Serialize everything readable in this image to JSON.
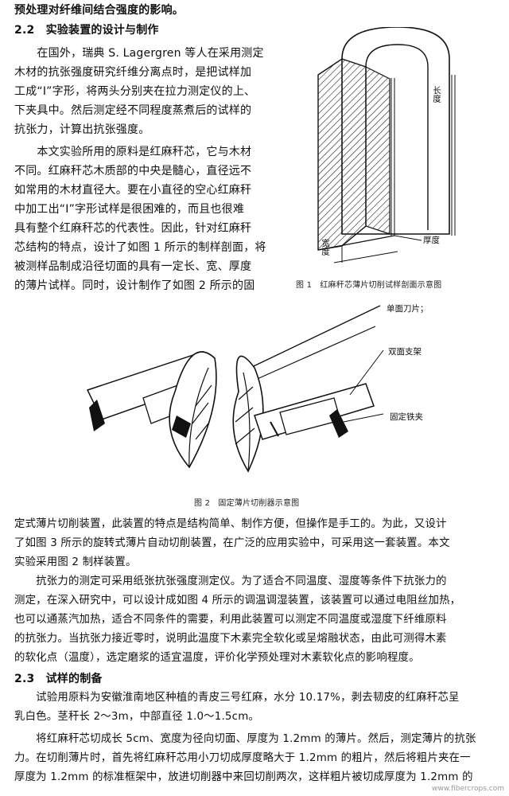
{
  "text_top": {
    "line0": "预处理对纤维间结合强度的影响。",
    "heading_2_2": "2.2　实验装置的设计与制作",
    "left_col": [
      "　　在国外，瑞典 S. Lagergren 等人在采用测定",
      "木材的抗张强度研究纤维分离点时，是把试样加",
      "工成“I”字形，将两头分别夹在拉力测定仪的上、",
      "下夹具中。然后测定经不同程度蒸煮后的试样的",
      "抗张力，计算出抗张强度。",
      "　　本文实验所用的原料是红麻秆芯，它与木材",
      "不同。红麻秆芯木质部的中央是髓心，直径远不",
      "如常用的木材直径大。要在小直径的空心红麻秆",
      "中加工出“I”字形试样是很困难的，而且也很难",
      "具有整个红麻秆芯的代表性。因此，针对红麻秆",
      "芯结构的特点，设计了如图 1 所示的制样剖面，将",
      "被测样品制成沿径切面的具有一定长、宽、厚度",
      "的薄片试样。同时，设计制作了如图 2 所示的固"
    ]
  },
  "figure1": {
    "caption": "图 1　红麻秆芯薄片切削试样剖面示意图",
    "label_length": "长度",
    "label_thickness": "厚度",
    "label_width": "宽度"
  },
  "figure2": {
    "caption": "图 2　固定薄片切削器示意图",
    "label_blade": "单面刀片；",
    "label_support": "双面支架",
    "label_clamp": "固定铁夹"
  },
  "text_bottom": {
    "para1": [
      "定式薄片切削装置，此装置的特点是结构简单、制作方便，但操作是手工的。为此，又设计",
      "了如图 3 所示的旋转式薄片自动切削装置，在广泛的应用实验中，可采用这一套装置。本文",
      "实验采用图 2 制样装置。"
    ],
    "para2": [
      "　　抗张力的测定可采用纸张抗张强度测定仪。为了适合不同温度、湿度等条件下抗张力的",
      "测定，在深入研究中，可以设计成如图 4 所示的调温调湿装置，该装置可以通过电阻丝加热，",
      "也可以通蒸汽加热，适合不同条件的需要，利用此装置可以测定不同温度或湿度下纤维原料",
      "的抗张力。当抗张力接近零时，说明此温度下木素完全软化或呈熔融状态，由此可测得木素",
      "的软化点（温度），选定磨浆的适宜温度，评价化学预处理对木素软化点的影响程度。"
    ],
    "heading_2_3": "2.3　试样的制备",
    "para3": [
      "　　试验用原料为安徽淮南地区种植的青皮三号红麻，水分 10.17%，剥去韧皮的红麻秆芯呈",
      "乳白色。茎秆长 2～3m，中部直径 1.0～1.5cm。"
    ],
    "para4": [
      "　　将红麻秆芯切成长 5cm、宽度为径向切面、厚度为 1.2mm 的薄片。然后，测定薄片的抗张",
      "力。在切削薄片时，首先将红麻秆芯用小刀切成厚度略大于 1.2mm 的粗片，然后将粗片夹在一",
      "厚度为 1.2mm 的标准框架中，放进切削器中来回切削两次，这样粗片被切成厚度为 1.2mm 的"
    ]
  },
  "watermark": "www.fibercrops.com"
}
